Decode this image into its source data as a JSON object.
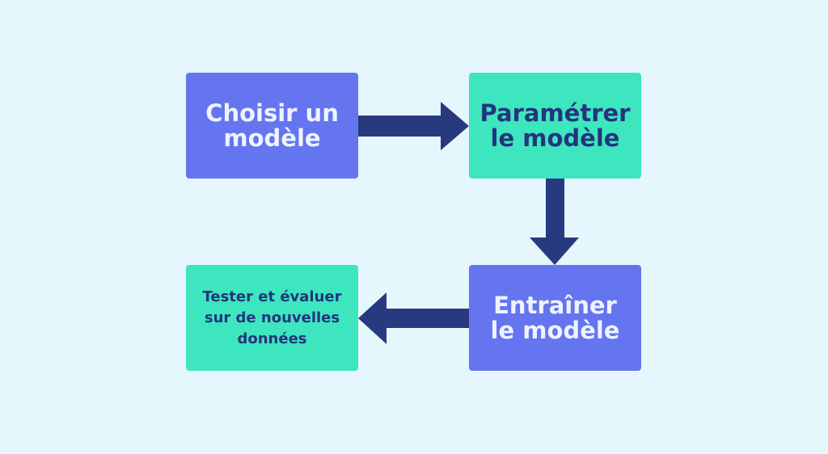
{
  "steps": [
    {
      "id": "step-1",
      "label": "Choisir un\nmodèle"
    },
    {
      "id": "step-2",
      "label": "Paramétrer\nle modèle"
    },
    {
      "id": "step-3",
      "label": "Entraîner\nle modèle"
    },
    {
      "id": "step-4",
      "label": "Tester et évaluer\nsur de nouvelles\ndonnées"
    }
  ],
  "colors": {
    "background": "#e6f6fd",
    "blue_box": "#6475ef",
    "green_box": "#3de6bf",
    "arrow": "#273a80",
    "dark_text": "#23347d",
    "light_text": "#eef3ff"
  }
}
